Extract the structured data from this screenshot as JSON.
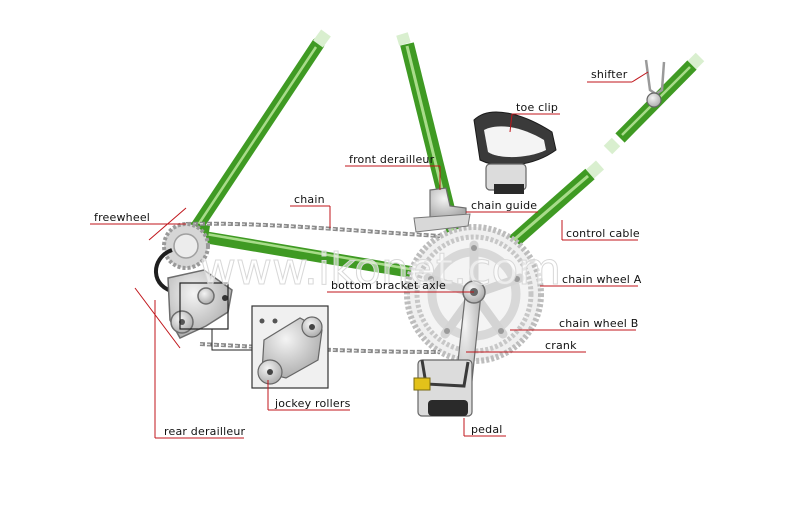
{
  "diagram": {
    "labels": {
      "shifter": "shifter",
      "toe_clip": "toe clip",
      "front_derailleur": "front derailleur",
      "chain": "chain",
      "freewheel": "freewheel",
      "chain_guide": "chain guide",
      "control_cable": "control cable",
      "bottom_bracket_axle": "bottom bracket axle",
      "chain_wheel_a": "chain wheel A",
      "chain_wheel_b": "chain wheel B",
      "crank": "crank",
      "jockey_rollers": "jockey rollers",
      "pedal": "pedal",
      "rear_derailleur": "rear derailleur"
    },
    "watermark": "www.ikonet.com",
    "colors": {
      "frame_green": "#3f9a23",
      "frame_highlight": "#a8dc8a",
      "leader_line": "#c0151b",
      "metal": "#c8c8c8",
      "metal_dark": "#6d6d6d",
      "chain": "#7a7a7a"
    }
  }
}
